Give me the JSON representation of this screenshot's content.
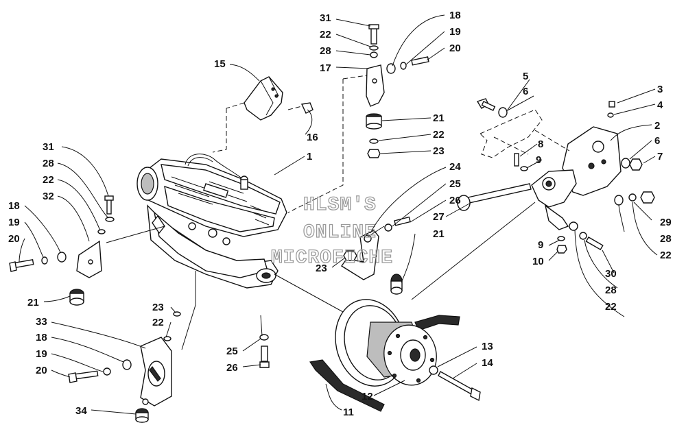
{
  "watermark": {
    "line1": "HLSM'S",
    "line2": "ONLINE",
    "line3": "MICROFICHE",
    "color": "#9a9a9a"
  },
  "callouts": [
    {
      "id": "c1",
      "label": "1"
    },
    {
      "id": "c2",
      "label": "2"
    },
    {
      "id": "c3",
      "label": "3"
    },
    {
      "id": "c4",
      "label": "4"
    },
    {
      "id": "c5",
      "label": "5"
    },
    {
      "id": "c6a",
      "label": "6"
    },
    {
      "id": "c6b",
      "label": "6"
    },
    {
      "id": "c7",
      "label": "7"
    },
    {
      "id": "c8",
      "label": "8"
    },
    {
      "id": "c9a",
      "label": "9"
    },
    {
      "id": "c9b",
      "label": "9"
    },
    {
      "id": "c10",
      "label": "10"
    },
    {
      "id": "c11",
      "label": "11"
    },
    {
      "id": "c12",
      "label": "12"
    },
    {
      "id": "c13",
      "label": "13"
    },
    {
      "id": "c14",
      "label": "14"
    },
    {
      "id": "c15",
      "label": "15"
    },
    {
      "id": "c16",
      "label": "16"
    },
    {
      "id": "c17",
      "label": "17"
    },
    {
      "id": "c18a",
      "label": "18"
    },
    {
      "id": "c18b",
      "label": "18"
    },
    {
      "id": "c18c",
      "label": "18"
    },
    {
      "id": "c19a",
      "label": "19"
    },
    {
      "id": "c19b",
      "label": "19"
    },
    {
      "id": "c19c",
      "label": "19"
    },
    {
      "id": "c20a",
      "label": "20"
    },
    {
      "id": "c20b",
      "label": "20"
    },
    {
      "id": "c20c",
      "label": "20"
    },
    {
      "id": "c21a",
      "label": "21"
    },
    {
      "id": "c21b",
      "label": "21"
    },
    {
      "id": "c21c",
      "label": "21"
    },
    {
      "id": "c22a",
      "label": "22"
    },
    {
      "id": "c22b",
      "label": "22"
    },
    {
      "id": "c22c",
      "label": "22"
    },
    {
      "id": "c22d",
      "label": "22"
    },
    {
      "id": "c22e",
      "label": "22"
    },
    {
      "id": "c22f",
      "label": "22"
    },
    {
      "id": "c23a",
      "label": "23"
    },
    {
      "id": "c23b",
      "label": "23"
    },
    {
      "id": "c23c",
      "label": "23"
    },
    {
      "id": "c24",
      "label": "24"
    },
    {
      "id": "c25a",
      "label": "25"
    },
    {
      "id": "c25b",
      "label": "25"
    },
    {
      "id": "c26a",
      "label": "26"
    },
    {
      "id": "c26b",
      "label": "26"
    },
    {
      "id": "c27",
      "label": "27"
    },
    {
      "id": "c28a",
      "label": "28"
    },
    {
      "id": "c28b",
      "label": "28"
    },
    {
      "id": "c28c",
      "label": "28"
    },
    {
      "id": "c28d",
      "label": "28"
    },
    {
      "id": "c29",
      "label": "29"
    },
    {
      "id": "c30",
      "label": "30"
    },
    {
      "id": "c31a",
      "label": "31"
    },
    {
      "id": "c31b",
      "label": "31"
    },
    {
      "id": "c32",
      "label": "32"
    },
    {
      "id": "c33",
      "label": "33"
    },
    {
      "id": "c34",
      "label": "34"
    }
  ]
}
